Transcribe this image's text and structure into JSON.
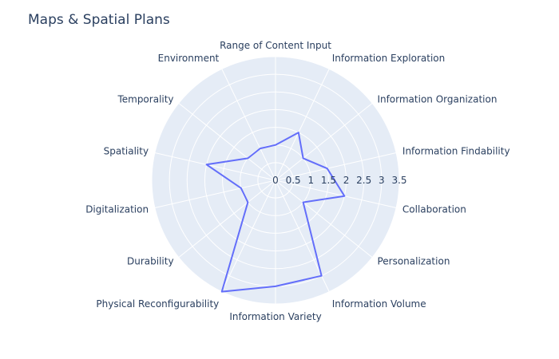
{
  "chart_data": {
    "type": "radar",
    "title": "Maps & Spatial Plans",
    "categories": [
      "Range of Content Input",
      "Information Exploration",
      "Information Organization",
      "Information Findability",
      "Collaboration",
      "Personalization",
      "Information Volume",
      "Information Variety",
      "Physical Reconfigurability",
      "Durability",
      "Digitalization",
      "Spatiality",
      "Temporality",
      "Environment"
    ],
    "radial_ticks": [
      "0",
      "0.5",
      "1",
      "1.5",
      "2",
      "2.5",
      "3",
      "3.5"
    ],
    "radial_range": [
      0,
      3.5
    ],
    "grid": true,
    "series": [
      {
        "color": "#636efa",
        "values": [
          1,
          1.5,
          1,
          1.5,
          2,
          1,
          3,
          3,
          3.5,
          1,
          1,
          2,
          1,
          1
        ]
      }
    ]
  }
}
